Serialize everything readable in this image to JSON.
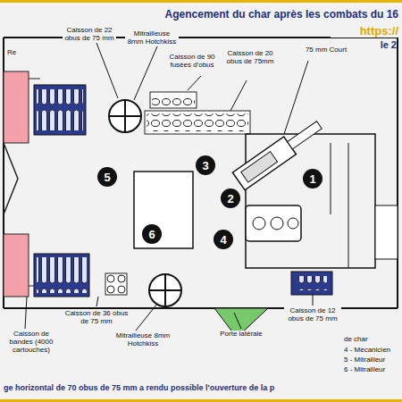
{
  "diagram": {
    "title": "Agencement du char après les combats du 16",
    "nodes": [
      {
        "text": [
          "1"
        ]
      },
      {
        "text": [
          "2"
        ]
      },
      {
        "text": [
          "3"
        ]
      },
      {
        "text": [
          "4"
        ]
      },
      {
        "text": [
          "5"
        ]
      },
      {
        "text": [
          "6"
        ]
      }
    ],
    "labels": [
      "https://",
      "le 2",
      "Re",
      "Mitrailleuse 8mm Hotchkiss",
      "Caisson de 22 obus de 75 mm",
      "Caisson de 90 fusées d'obus",
      "Caisson de 20 obus de 75mm",
      "75 mm Court",
      "Caisson de 36 obus de 75 mm",
      "Caisson de bandes (4000 cartouches)",
      "Mitrailleuse 8mm Hotchkiss",
      "Porte latérale",
      "Caisson de 12 obus de 75 mm",
      "de char",
      "ge horizontal de 70 obus de 75 mm a rendu possible l'ouverture de la p"
    ],
    "legend": [
      {
        "text": "4 - Mécanicien"
      },
      {
        "text": "5 - Mitrailleur"
      },
      {
        "text": "6 - Mitrailleur"
      }
    ]
  }
}
